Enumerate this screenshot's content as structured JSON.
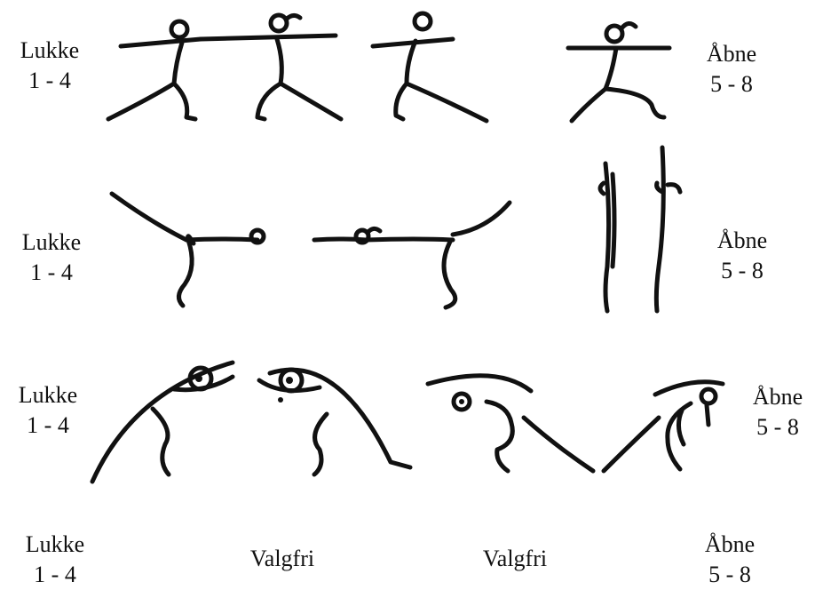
{
  "rows": [
    {
      "left": {
        "word": "Lukke",
        "count": "1 - 4"
      },
      "right": {
        "word": "Åbne",
        "count": "5 - 8"
      }
    },
    {
      "left": {
        "word": "Lukke",
        "count": "1 - 4"
      },
      "right": {
        "word": "Åbne",
        "count": "5 - 8"
      }
    },
    {
      "left": {
        "word": "Lukke",
        "count": "1 - 4"
      },
      "right": {
        "word": "Åbne",
        "count": "5 - 8"
      }
    },
    {
      "left": {
        "word": "Lukke",
        "count": "1 - 4"
      },
      "middle": [
        "Valgfri",
        "Valgfri"
      ],
      "right": {
        "word": "Åbne",
        "count": "5 - 8"
      }
    }
  ]
}
